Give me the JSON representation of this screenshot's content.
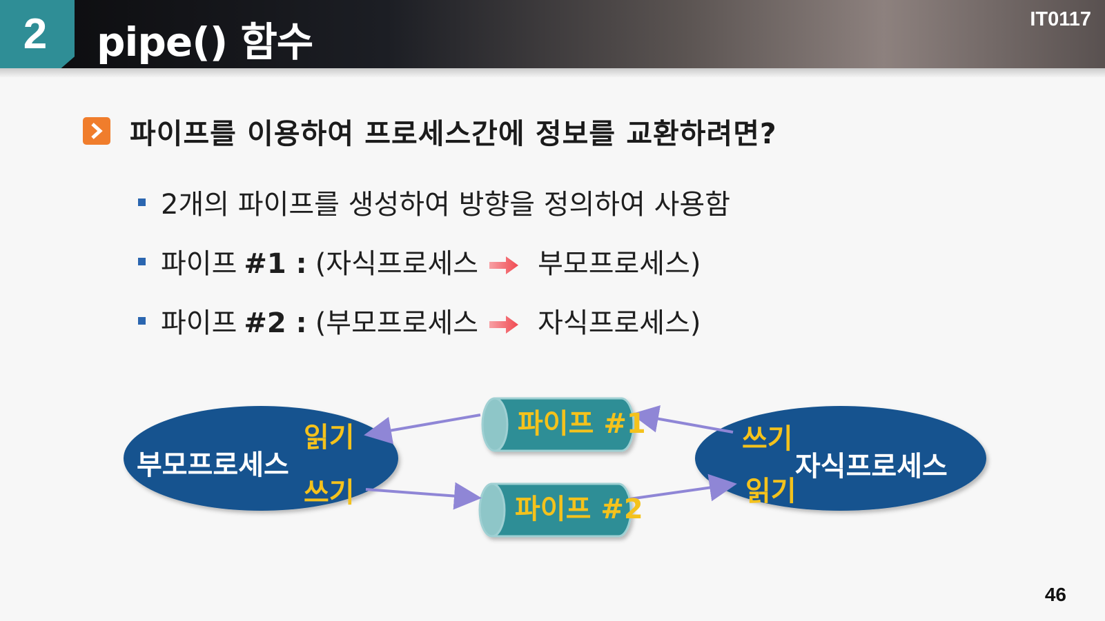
{
  "header": {
    "section_number": "2",
    "title": "pipe() 함수",
    "course_code": "IT0117"
  },
  "main_point": "파이프를 이용하여 프로세스간에 정보를 교환하려면?",
  "bullets": [
    {
      "text": "2개의 파이프를 생성하여 방향을 정의하여 사용함"
    },
    {
      "label": "파이프",
      "pipe_id": "#1 :",
      "from": "(자식프로세스",
      "to": "부모프로세스)"
    },
    {
      "label": "파이프",
      "pipe_id": "#2 :",
      "from": "(부모프로세스",
      "to": "자식프로세스)"
    }
  ],
  "diagram": {
    "parent": {
      "label": "부모프로세스",
      "read": "읽기",
      "write": "쓰기"
    },
    "child": {
      "label": "자식프로세스",
      "read": "읽기",
      "write": "쓰기"
    },
    "pipe1": "파이프 #1",
    "pipe2": "파이프 #2"
  },
  "colors": {
    "accent_orange": "#f07d2c",
    "teal": "#2f8e96",
    "process_blue": "#14538f",
    "label_yellow": "#f4c21c",
    "arrow_purple": "#8f86d6",
    "arrow_red": "#f04a52"
  },
  "page_number": "46"
}
